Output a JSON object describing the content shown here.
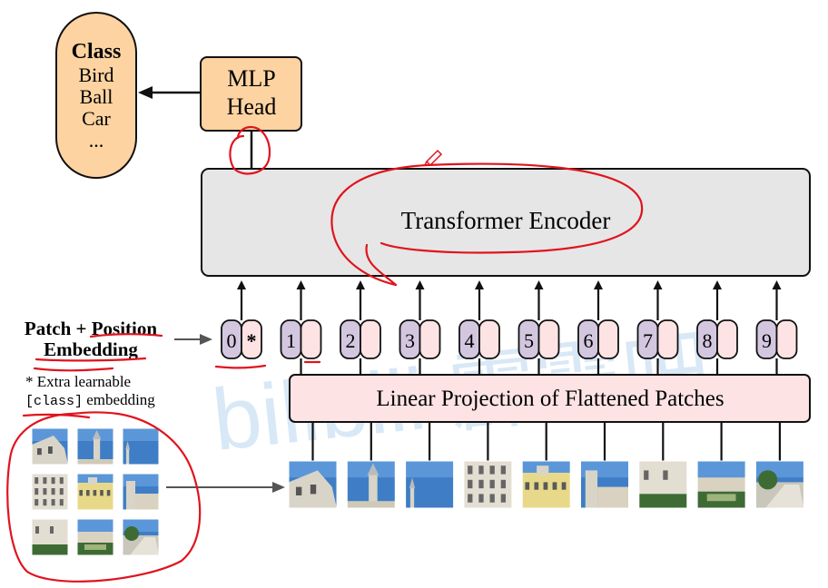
{
  "class_box": {
    "title": "Class",
    "items": [
      "Bird",
      "Ball",
      "Car",
      "..."
    ],
    "fill": "#fdd3a2"
  },
  "mlp_head": {
    "line1": "MLP",
    "line2": "Head",
    "fill": "#fdd3a2"
  },
  "encoder": {
    "label": "Transformer Encoder",
    "fill": "#e6e6e6"
  },
  "embedding_label": {
    "line1": "Patch + Position",
    "line2": "Embedding"
  },
  "extra_note": {
    "line1": "* Extra learnable",
    "code": "[class]",
    "suffix": " embedding"
  },
  "tokens": [
    {
      "index": "0",
      "patch": "*"
    },
    {
      "index": "1",
      "patch": ""
    },
    {
      "index": "2",
      "patch": ""
    },
    {
      "index": "3",
      "patch": ""
    },
    {
      "index": "4",
      "patch": ""
    },
    {
      "index": "5",
      "patch": ""
    },
    {
      "index": "6",
      "patch": ""
    },
    {
      "index": "7",
      "patch": ""
    },
    {
      "index": "8",
      "patch": ""
    },
    {
      "index": "9",
      "patch": ""
    }
  ],
  "projection": {
    "label": "Linear Projection of Flattened Patches",
    "fill": "#fde3e3"
  },
  "watermark": "bilibili 霹雳吧",
  "colors": {
    "position_fill": "#d3c7e0",
    "patch_fill": "#fde3e3",
    "annotation_red": "#e0141e",
    "watermark": "#b9d6f0",
    "sky": "#3f7ec6",
    "building": "#d8d4c8",
    "foliage": "#3e6b34"
  }
}
